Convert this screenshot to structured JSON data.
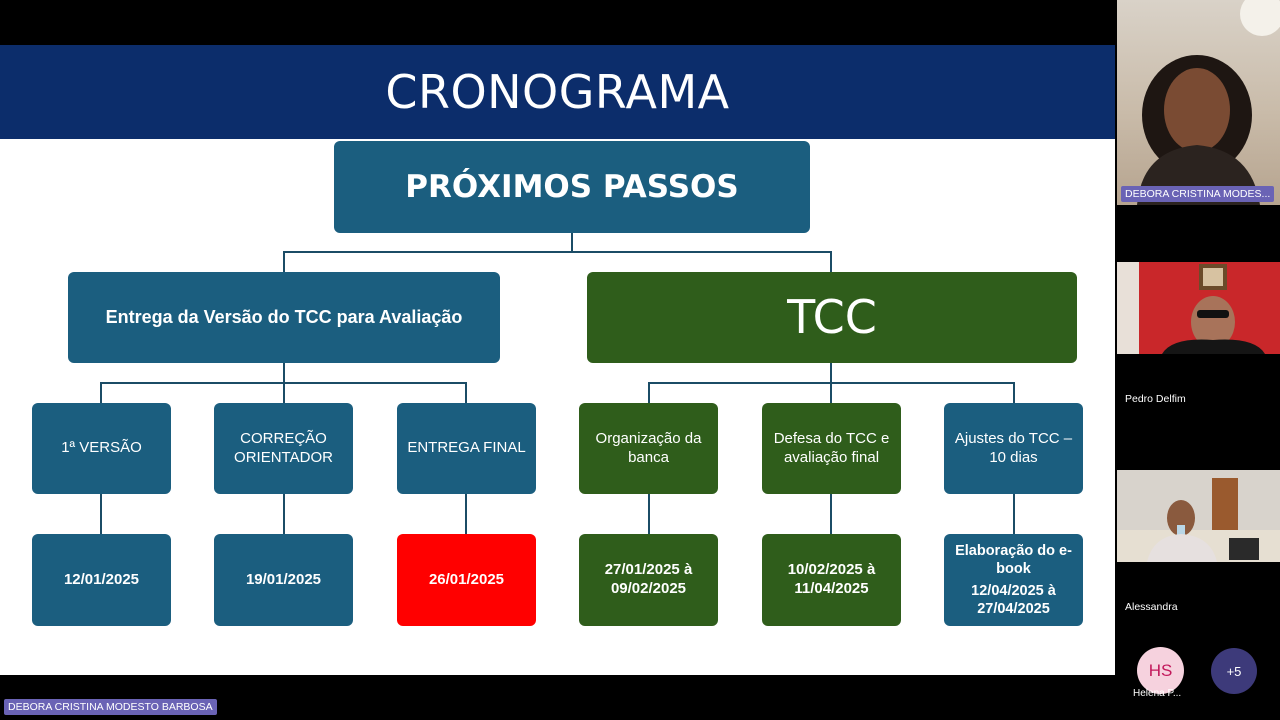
{
  "slide": {
    "title": "CRONOGRAMA",
    "root": "PRÓXIMOS PASSOS",
    "branches": {
      "left": "Entrega da Versão do TCC para Avaliação",
      "right": "TCC"
    },
    "steps": [
      {
        "label": "1ª VERSÃO",
        "date": "12/01/2025"
      },
      {
        "label": "CORREÇÃO ORIENTADOR",
        "date": "19/01/2025"
      },
      {
        "label": "ENTREGA FINAL",
        "date": "26/01/2025"
      },
      {
        "label": "Organização da banca",
        "date": "27/01/2025 à 09/02/2025"
      },
      {
        "label": "Defesa do TCC e avaliação final",
        "date": "10/02/2025 à 11/04/2025"
      },
      {
        "label": "Ajustes do TCC – 10 dias",
        "date_line1": "Elaboração do e-book",
        "date_line2": "12/04/2025 à 27/04/2025"
      }
    ]
  },
  "participants": [
    {
      "name": "DEBORA CRISTINA MODES..."
    },
    {
      "name": "Pedro Delfim"
    },
    {
      "name": "Alessandra"
    },
    {
      "initials": "HS",
      "name": "Helena P..."
    }
  ],
  "more_participants": "+5",
  "speaker_label": "DEBORA CRISTINA MODESTO BARBOSA",
  "colors": {
    "banner": "#0c2d6b",
    "box_blue": "#1b5e7f",
    "box_green": "#2f5d1b",
    "highlight_red": "#ff0000"
  }
}
